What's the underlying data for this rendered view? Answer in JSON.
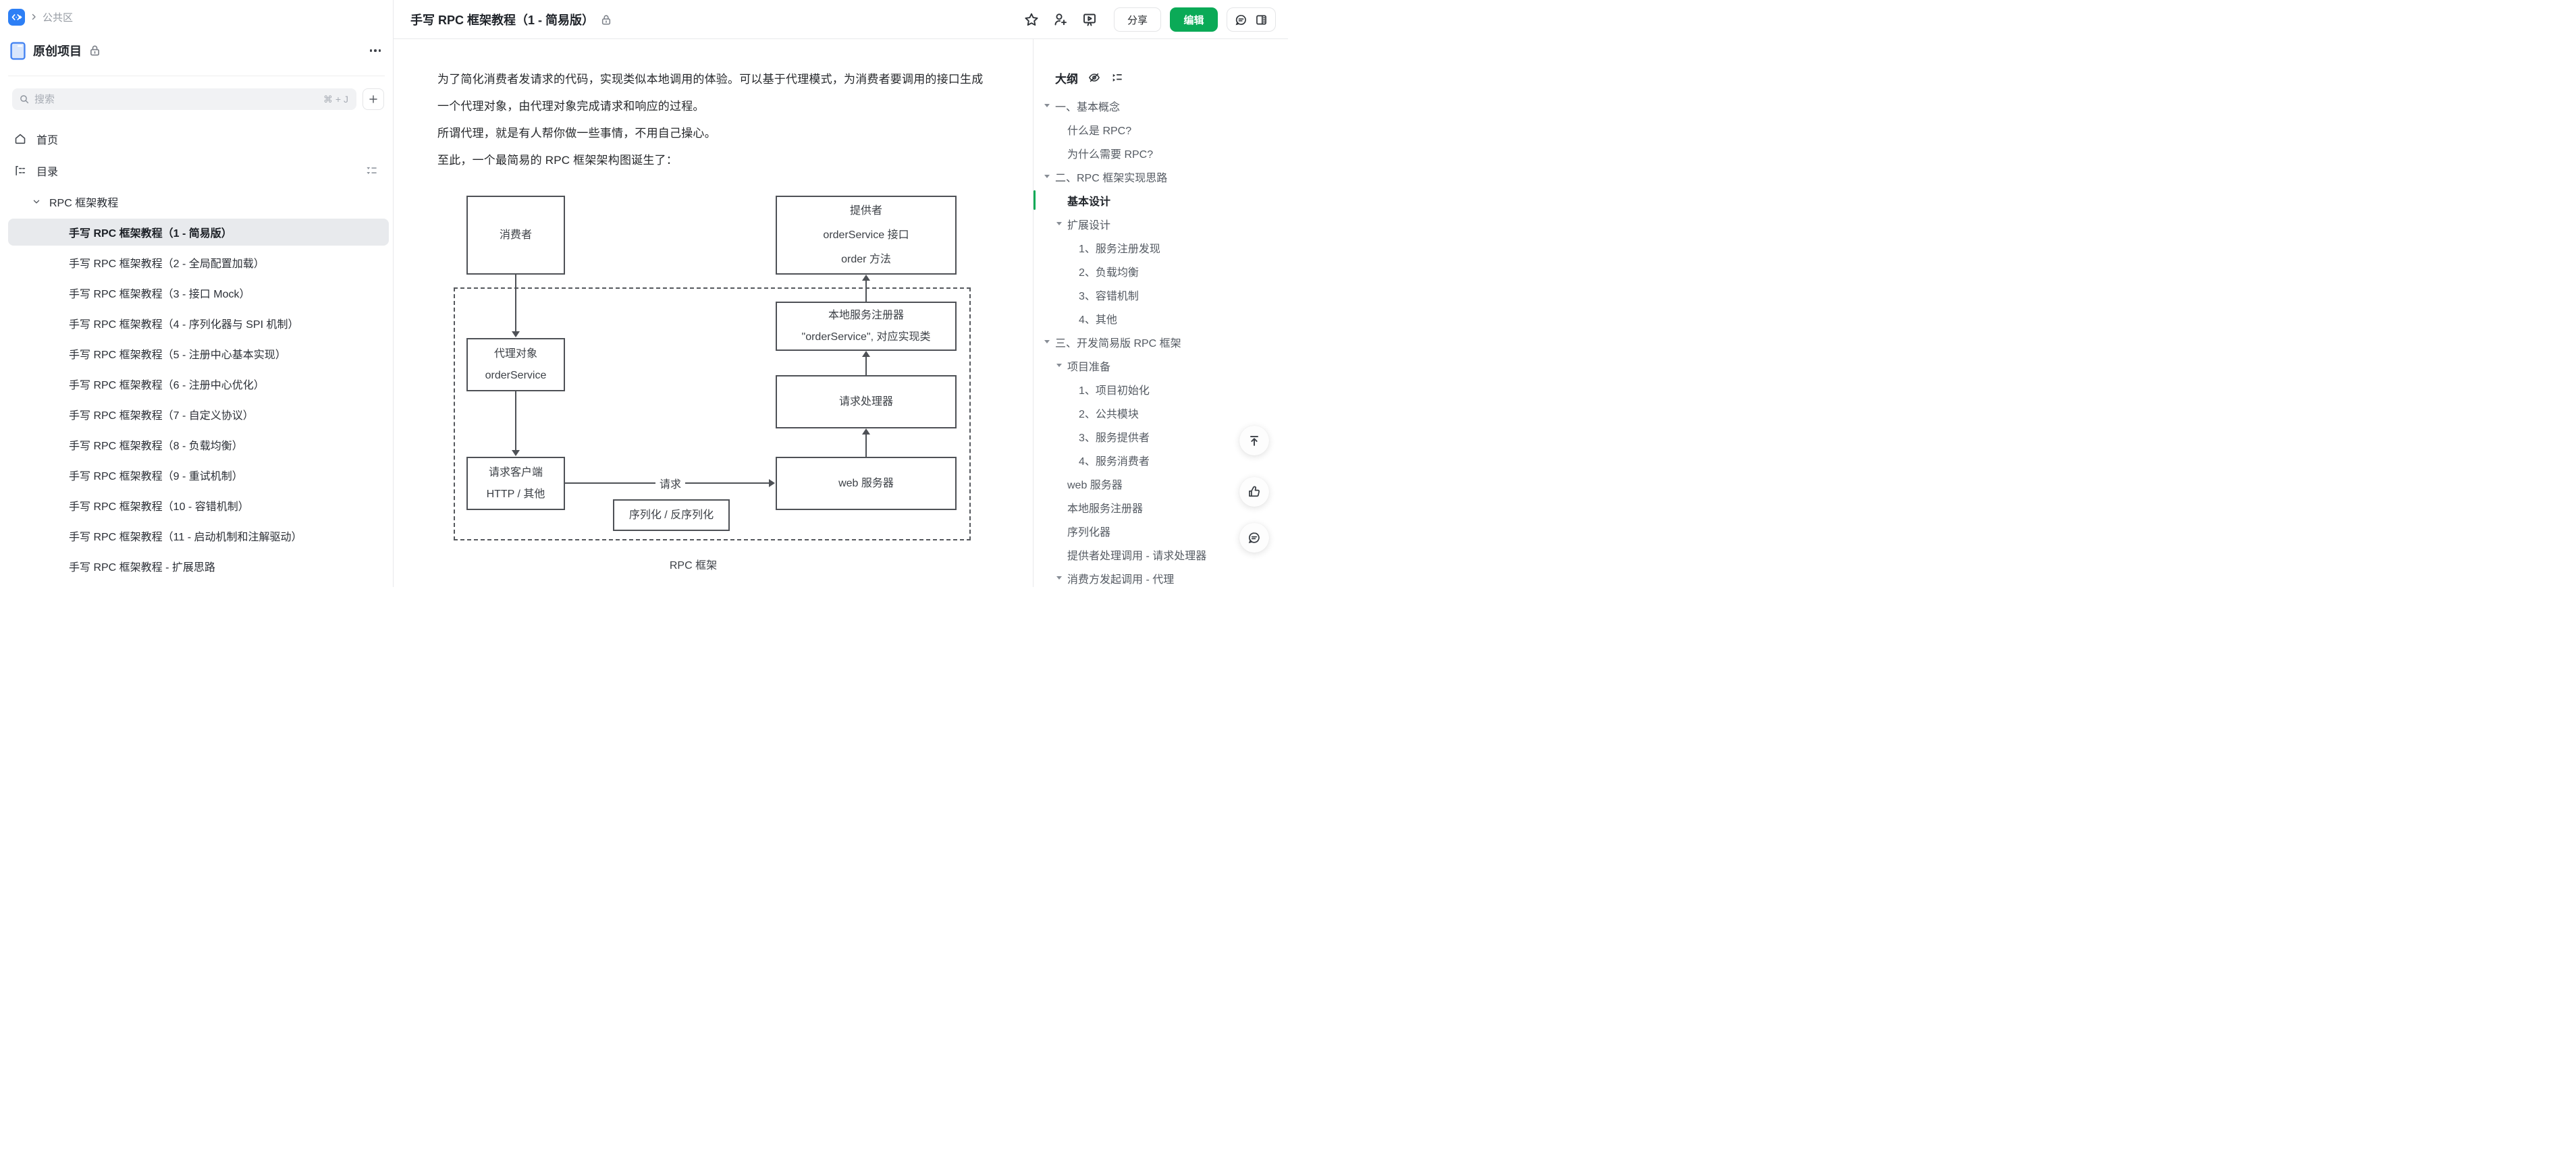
{
  "breadcrumb": {
    "space": "公共区"
  },
  "sidebar": {
    "book_title": "原创项目",
    "search": {
      "placeholder": "搜索",
      "shortcut": "⌘ + J"
    },
    "nav_home": "首页",
    "nav_toc": "目录",
    "tree_root": "RPC 框架教程",
    "docs": [
      "手写 RPC 框架教程（1 - 简易版）",
      "手写 RPC 框架教程（2 - 全局配置加载）",
      "手写 RPC 框架教程（3 - 接口 Mock）",
      "手写 RPC 框架教程（4 - 序列化器与 SPI 机制）",
      "手写 RPC 框架教程（5 - 注册中心基本实现）",
      "手写 RPC 框架教程（6 - 注册中心优化）",
      "手写 RPC 框架教程（7 - 自定义协议）",
      "手写 RPC 框架教程（8 - 负载均衡）",
      "手写 RPC 框架教程（9 - 重试机制）",
      "手写 RPC 框架教程（10 - 容错机制）",
      "手写 RPC 框架教程（11 - 启动机制和注解驱动）",
      "手写 RPC 框架教程 - 扩展思路"
    ]
  },
  "header": {
    "title": "手写 RPC 框架教程（1 - 简易版）",
    "share_label": "分享",
    "edit_label": "编辑"
  },
  "doc": {
    "paragraphs": [
      "为了简化消费者发请求的代码，实现类似本地调用的体验。可以基于代理模式，为消费者要调用的接口生成一个代理对象，由代理对象完成请求和响应的过程。",
      "所谓代理，就是有人帮你做一些事情，不用自己操心。",
      "至此，一个最简易的 RPC 框架架构图诞生了："
    ],
    "caption": "RPC 框架"
  },
  "diagram": {
    "consumer": {
      "l1": "消费者"
    },
    "proxy": {
      "l1": "代理对象",
      "l2": "orderService"
    },
    "req_client": {
      "l1": "请求客户端",
      "l2": "HTTP / 其他"
    },
    "provider": {
      "l1": "提供者",
      "l2": "orderService 接口",
      "l3": "order 方法"
    },
    "local_registry": {
      "l1": "本地服务注册器",
      "l2": "\"orderService\", 对应实现类"
    },
    "req_handler": {
      "l1": "请求处理器"
    },
    "web_server": {
      "l1": "web 服务器"
    },
    "serializer": {
      "l1": "序列化 / 反序列化"
    },
    "request_label": "请求"
  },
  "outline": {
    "title": "大纲",
    "items": [
      {
        "label": "一、基本概念",
        "level": 0,
        "caret": true
      },
      {
        "label": "什么是 RPC?",
        "level": 1
      },
      {
        "label": "为什么需要 RPC?",
        "level": 1
      },
      {
        "label": "二、RPC 框架实现思路",
        "level": 0,
        "caret": true
      },
      {
        "label": "基本设计",
        "level": 1,
        "active": true
      },
      {
        "label": "扩展设计",
        "level": 1,
        "caret": true
      },
      {
        "label": "1、服务注册发现",
        "level": 2
      },
      {
        "label": "2、负载均衡",
        "level": 2
      },
      {
        "label": "3、容错机制",
        "level": 2
      },
      {
        "label": "4、其他",
        "level": 2
      },
      {
        "label": "三、开发简易版 RPC 框架",
        "level": 0,
        "caret": true
      },
      {
        "label": "项目准备",
        "level": 1,
        "caret": true
      },
      {
        "label": "1、项目初始化",
        "level": 2
      },
      {
        "label": "2、公共模块",
        "level": 2
      },
      {
        "label": "3、服务提供者",
        "level": 2
      },
      {
        "label": "4、服务消费者",
        "level": 2
      },
      {
        "label": "web 服务器",
        "level": 1
      },
      {
        "label": "本地服务注册器",
        "level": 1
      },
      {
        "label": "序列化器",
        "level": 1
      },
      {
        "label": "提供者处理调用 - 请求处理器",
        "level": 1
      },
      {
        "label": "消费方发起调用 - 代理",
        "level": 1,
        "caret": true
      }
    ]
  },
  "colors": {
    "accent_green": "#0baa57",
    "accent_blue": "#2d7ff5"
  }
}
